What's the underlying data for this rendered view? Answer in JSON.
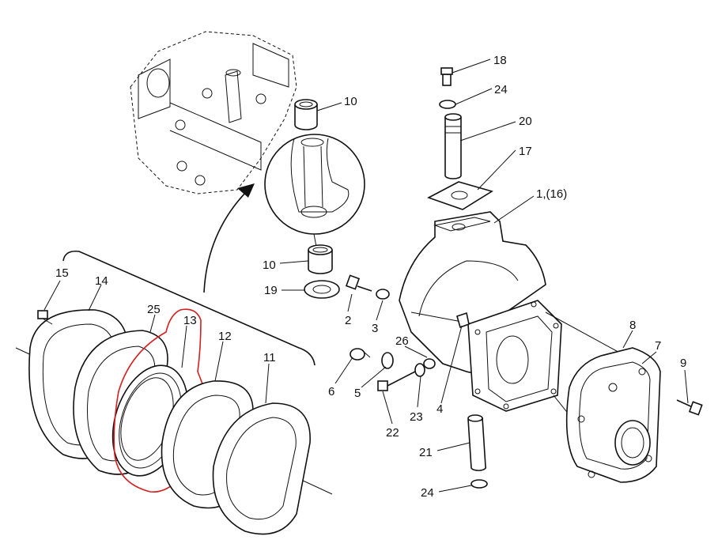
{
  "callouts": [
    {
      "id": "c18",
      "text": "18"
    },
    {
      "id": "c24a",
      "text": "24"
    },
    {
      "id": "c20",
      "text": "20"
    },
    {
      "id": "c17",
      "text": "17"
    },
    {
      "id": "c1",
      "text": "1,(16)"
    },
    {
      "id": "c10a",
      "text": "10"
    },
    {
      "id": "c10b",
      "text": "10"
    },
    {
      "id": "c19",
      "text": "19"
    },
    {
      "id": "c2",
      "text": "2"
    },
    {
      "id": "c3",
      "text": "3"
    },
    {
      "id": "c15",
      "text": "15"
    },
    {
      "id": "c14",
      "text": "14"
    },
    {
      "id": "c25",
      "text": "25"
    },
    {
      "id": "c13",
      "text": "13"
    },
    {
      "id": "c12",
      "text": "12"
    },
    {
      "id": "c11",
      "text": "11"
    },
    {
      "id": "c26",
      "text": "26"
    },
    {
      "id": "c6",
      "text": "6"
    },
    {
      "id": "c5",
      "text": "5"
    },
    {
      "id": "c22",
      "text": "22"
    },
    {
      "id": "c23",
      "text": "23"
    },
    {
      "id": "c4",
      "text": "4"
    },
    {
      "id": "c8",
      "text": "8"
    },
    {
      "id": "c7",
      "text": "7"
    },
    {
      "id": "c9",
      "text": "9"
    },
    {
      "id": "c21",
      "text": "21"
    },
    {
      "id": "c24b",
      "text": "24"
    }
  ],
  "highlight_color": "#d42020",
  "line_color": "#111111"
}
